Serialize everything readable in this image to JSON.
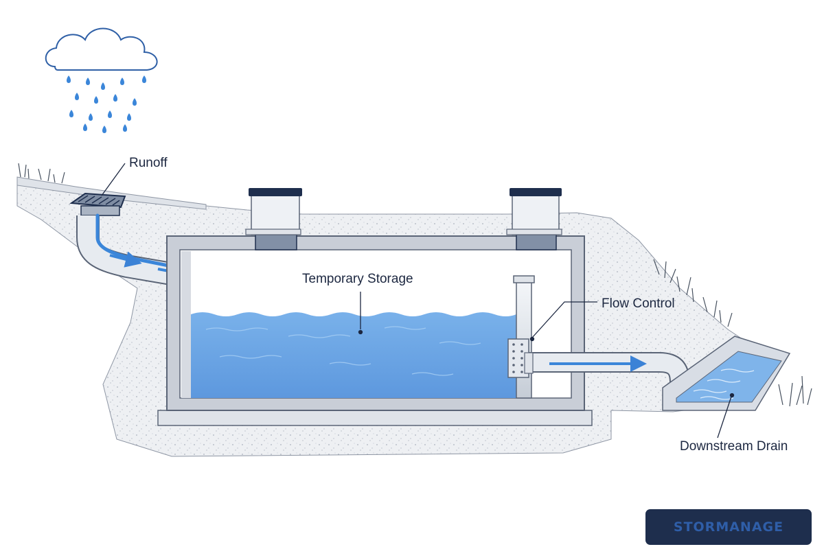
{
  "labels": {
    "runoff": "Runoff",
    "storage": "Temporary Storage",
    "flow_control": "Flow Control",
    "drain": "Downstream Drain"
  },
  "brand": "STORMANAGE",
  "colors": {
    "water": "#79afe6",
    "water_dark": "#3b82d6",
    "concrete": "#e9ebef",
    "outline": "#5a6476",
    "navy": "#1e2e4d",
    "soil": "#eef0f3"
  }
}
